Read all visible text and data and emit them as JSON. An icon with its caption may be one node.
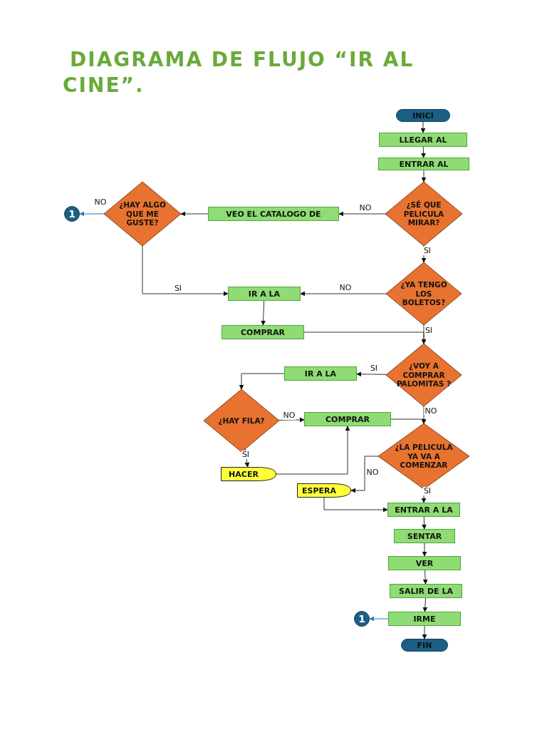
{
  "diagram": {
    "title": "DIAGRAMA DE FLUJO “IR AL CINE”.",
    "nodes": [
      {
        "text": [
          "INICI"
        ]
      },
      {
        "text": [
          "LLEGAR AL"
        ]
      },
      {
        "text": [
          "ENTRAR AL"
        ]
      },
      {
        "text": [
          "¿SÉ QUE PELICULA MIRAR?"
        ]
      },
      {
        "text": [
          "VEO EL CATALOGO DE"
        ]
      },
      {
        "text": [
          "¿HAY ALGO QUE ME GUSTE?"
        ]
      },
      {
        "text": [
          "1"
        ]
      },
      {
        "text": [
          "¿YA TENGO LOS BOLETOS?"
        ]
      },
      {
        "text": [
          "IR A LA"
        ]
      },
      {
        "text": [
          "COMPRAR"
        ]
      },
      {
        "text": [
          "¿VOY A COMPRAR PALOMITAS ?"
        ]
      },
      {
        "text": [
          "IR A LA"
        ]
      },
      {
        "text": [
          "¿HAY FILA?"
        ]
      },
      {
        "text": [
          "COMPRAR"
        ]
      },
      {
        "text": [
          "¿LA PELICULA YA VA A COMENZAR"
        ]
      },
      {
        "text": [
          "HACER"
        ]
      },
      {
        "text": [
          "ESPERA"
        ]
      },
      {
        "text": [
          "ENTRAR A LA"
        ]
      },
      {
        "text": [
          "SENTAR"
        ]
      },
      {
        "text": [
          "VER"
        ]
      },
      {
        "text": [
          "SALIR DE LA"
        ]
      },
      {
        "text": [
          "1"
        ]
      },
      {
        "text": [
          "IRME"
        ]
      },
      {
        "text": [
          "FIN"
        ]
      }
    ],
    "edges": [
      {
        "from": 0,
        "to": 1,
        "arrow": "to"
      },
      {
        "from": 1,
        "to": 2,
        "arrow": "to"
      },
      {
        "from": 2,
        "to": 3,
        "arrow": "to"
      },
      {
        "from": 3,
        "to": 4,
        "arrow": "to",
        "label": "NO"
      },
      {
        "from": 4,
        "to": 5,
        "arrow": "to"
      },
      {
        "from": 5,
        "to": 6,
        "arrow": "to",
        "label": "NO",
        "color": "#2f7bb0"
      },
      {
        "from": 5,
        "to": 8,
        "arrow": "to",
        "label": "SI"
      },
      {
        "from": 3,
        "to": 7,
        "arrow": "to",
        "label": "SI"
      },
      {
        "from": 7,
        "to": 8,
        "arrow": "to",
        "label": "NO"
      },
      {
        "from": 8,
        "to": 9,
        "arrow": "to"
      },
      {
        "from": 9,
        "to": 10,
        "arrow": "to"
      },
      {
        "from": 7,
        "to": 10,
        "arrow": "to",
        "label": "SI"
      },
      {
        "from": 10,
        "to": 11,
        "arrow": "to",
        "label": "SI"
      },
      {
        "from": 11,
        "to": 12,
        "arrow": "to"
      },
      {
        "from": 12,
        "to": 13,
        "arrow": "to",
        "label": "NO"
      },
      {
        "from": 12,
        "to": 15,
        "arrow": "to",
        "label": "SI"
      },
      {
        "from": 15,
        "to": 13,
        "arrow": "to"
      },
      {
        "from": 13,
        "to": 14,
        "arrow": "to"
      },
      {
        "from": 10,
        "to": 14,
        "arrow": "to",
        "label": "NO"
      },
      {
        "from": 14,
        "to": 16,
        "arrow": "to",
        "label": "NO"
      },
      {
        "from": 14,
        "to": 17,
        "arrow": "to",
        "label": "SI"
      },
      {
        "from": 16,
        "to": 17,
        "arrow": "to"
      },
      {
        "from": 17,
        "to": 18,
        "arrow": "to"
      },
      {
        "from": 18,
        "to": 19,
        "arrow": "to"
      },
      {
        "from": 19,
        "to": 20,
        "arrow": "to"
      },
      {
        "from": 20,
        "to": 22,
        "arrow": "to"
      },
      {
        "from": 22,
        "to": 21,
        "arrow": "to",
        "color": "#2f7bb0"
      },
      {
        "from": 22,
        "to": 23,
        "arrow": "to"
      }
    ]
  }
}
